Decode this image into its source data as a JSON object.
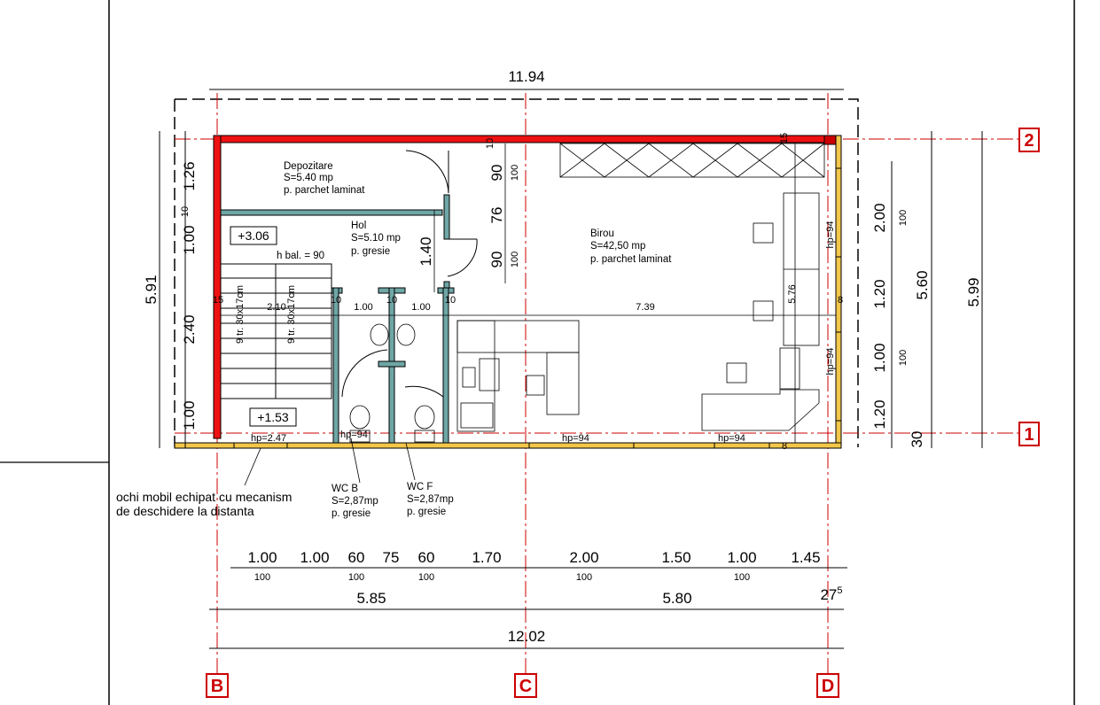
{
  "plan": {
    "axes": {
      "B": "B",
      "C": "C",
      "D": "D",
      "r1": "1",
      "r2": "2"
    },
    "rooms": {
      "depozitare": {
        "name": "Depozitare",
        "area": "S=5.40 mp",
        "floor": "p. parchet laminat"
      },
      "hol": {
        "name": "Hol",
        "area": "S=5.10 mp",
        "floor": "p. gresie"
      },
      "birou": {
        "name": "Birou",
        "area": "S=42,50 mp",
        "floor": "p. parchet laminat"
      },
      "wcb": {
        "name": "WC B",
        "area": "S=2,87mp",
        "floor": "p. gresie"
      },
      "wcf": {
        "name": "WC F",
        "area": "S=2,87mp",
        "floor": "p. gresie"
      }
    },
    "levels": {
      "upper": "+3.06",
      "lower": "+1.53"
    },
    "hbal": "h bal. = 90",
    "stairs": {
      "left": "9 tr. 30x17cm",
      "right": "9 tr. 30x17cm",
      "width": "2.10"
    },
    "hp": {
      "h247": "hp=2.47",
      "wc": "hp=94",
      "w1": "hp=94",
      "w2": "hp=94",
      "r1": "hp=94",
      "r2": "hp=94"
    },
    "note": {
      "line1": "ochi mobil echipat cu mecanism",
      "line2": "de deschidere la distanta"
    },
    "dims": {
      "top_total": "11.94",
      "bottom_total": "12.02",
      "bottom_mid_left": "5.85",
      "bottom_mid_right": "5.80",
      "bottom_mid_end": "27",
      "bottom_mid_end_sup": "5",
      "bottom_row": [
        "1.00",
        "1.00",
        "60",
        "75",
        "60",
        "1.70",
        "2.00",
        "1.50",
        "1.00",
        "1.45"
      ],
      "bottom_row_sub": [
        "100",
        "100",
        "100",
        "100",
        "100"
      ],
      "left_total": "5.91",
      "left_row": [
        "1.26",
        "10",
        "1.00",
        "2.40",
        "1.00"
      ],
      "right_row": [
        "2.00",
        "1.20",
        "1.00",
        "1.20",
        "30"
      ],
      "right_row_sub": [
        "100",
        "100"
      ],
      "right_mid": "5.60",
      "right_outer": "5.99",
      "inner_v": [
        "10",
        "90",
        "100",
        "76",
        "1.40",
        "90",
        "100"
      ],
      "inner_h": [
        "15",
        "2.10",
        "10",
        "1.00",
        "10",
        "1.00",
        "10",
        "7.39",
        "8"
      ],
      "top_wall": "15",
      "birou_v": "5.76",
      "bottom_wall": "8"
    }
  }
}
